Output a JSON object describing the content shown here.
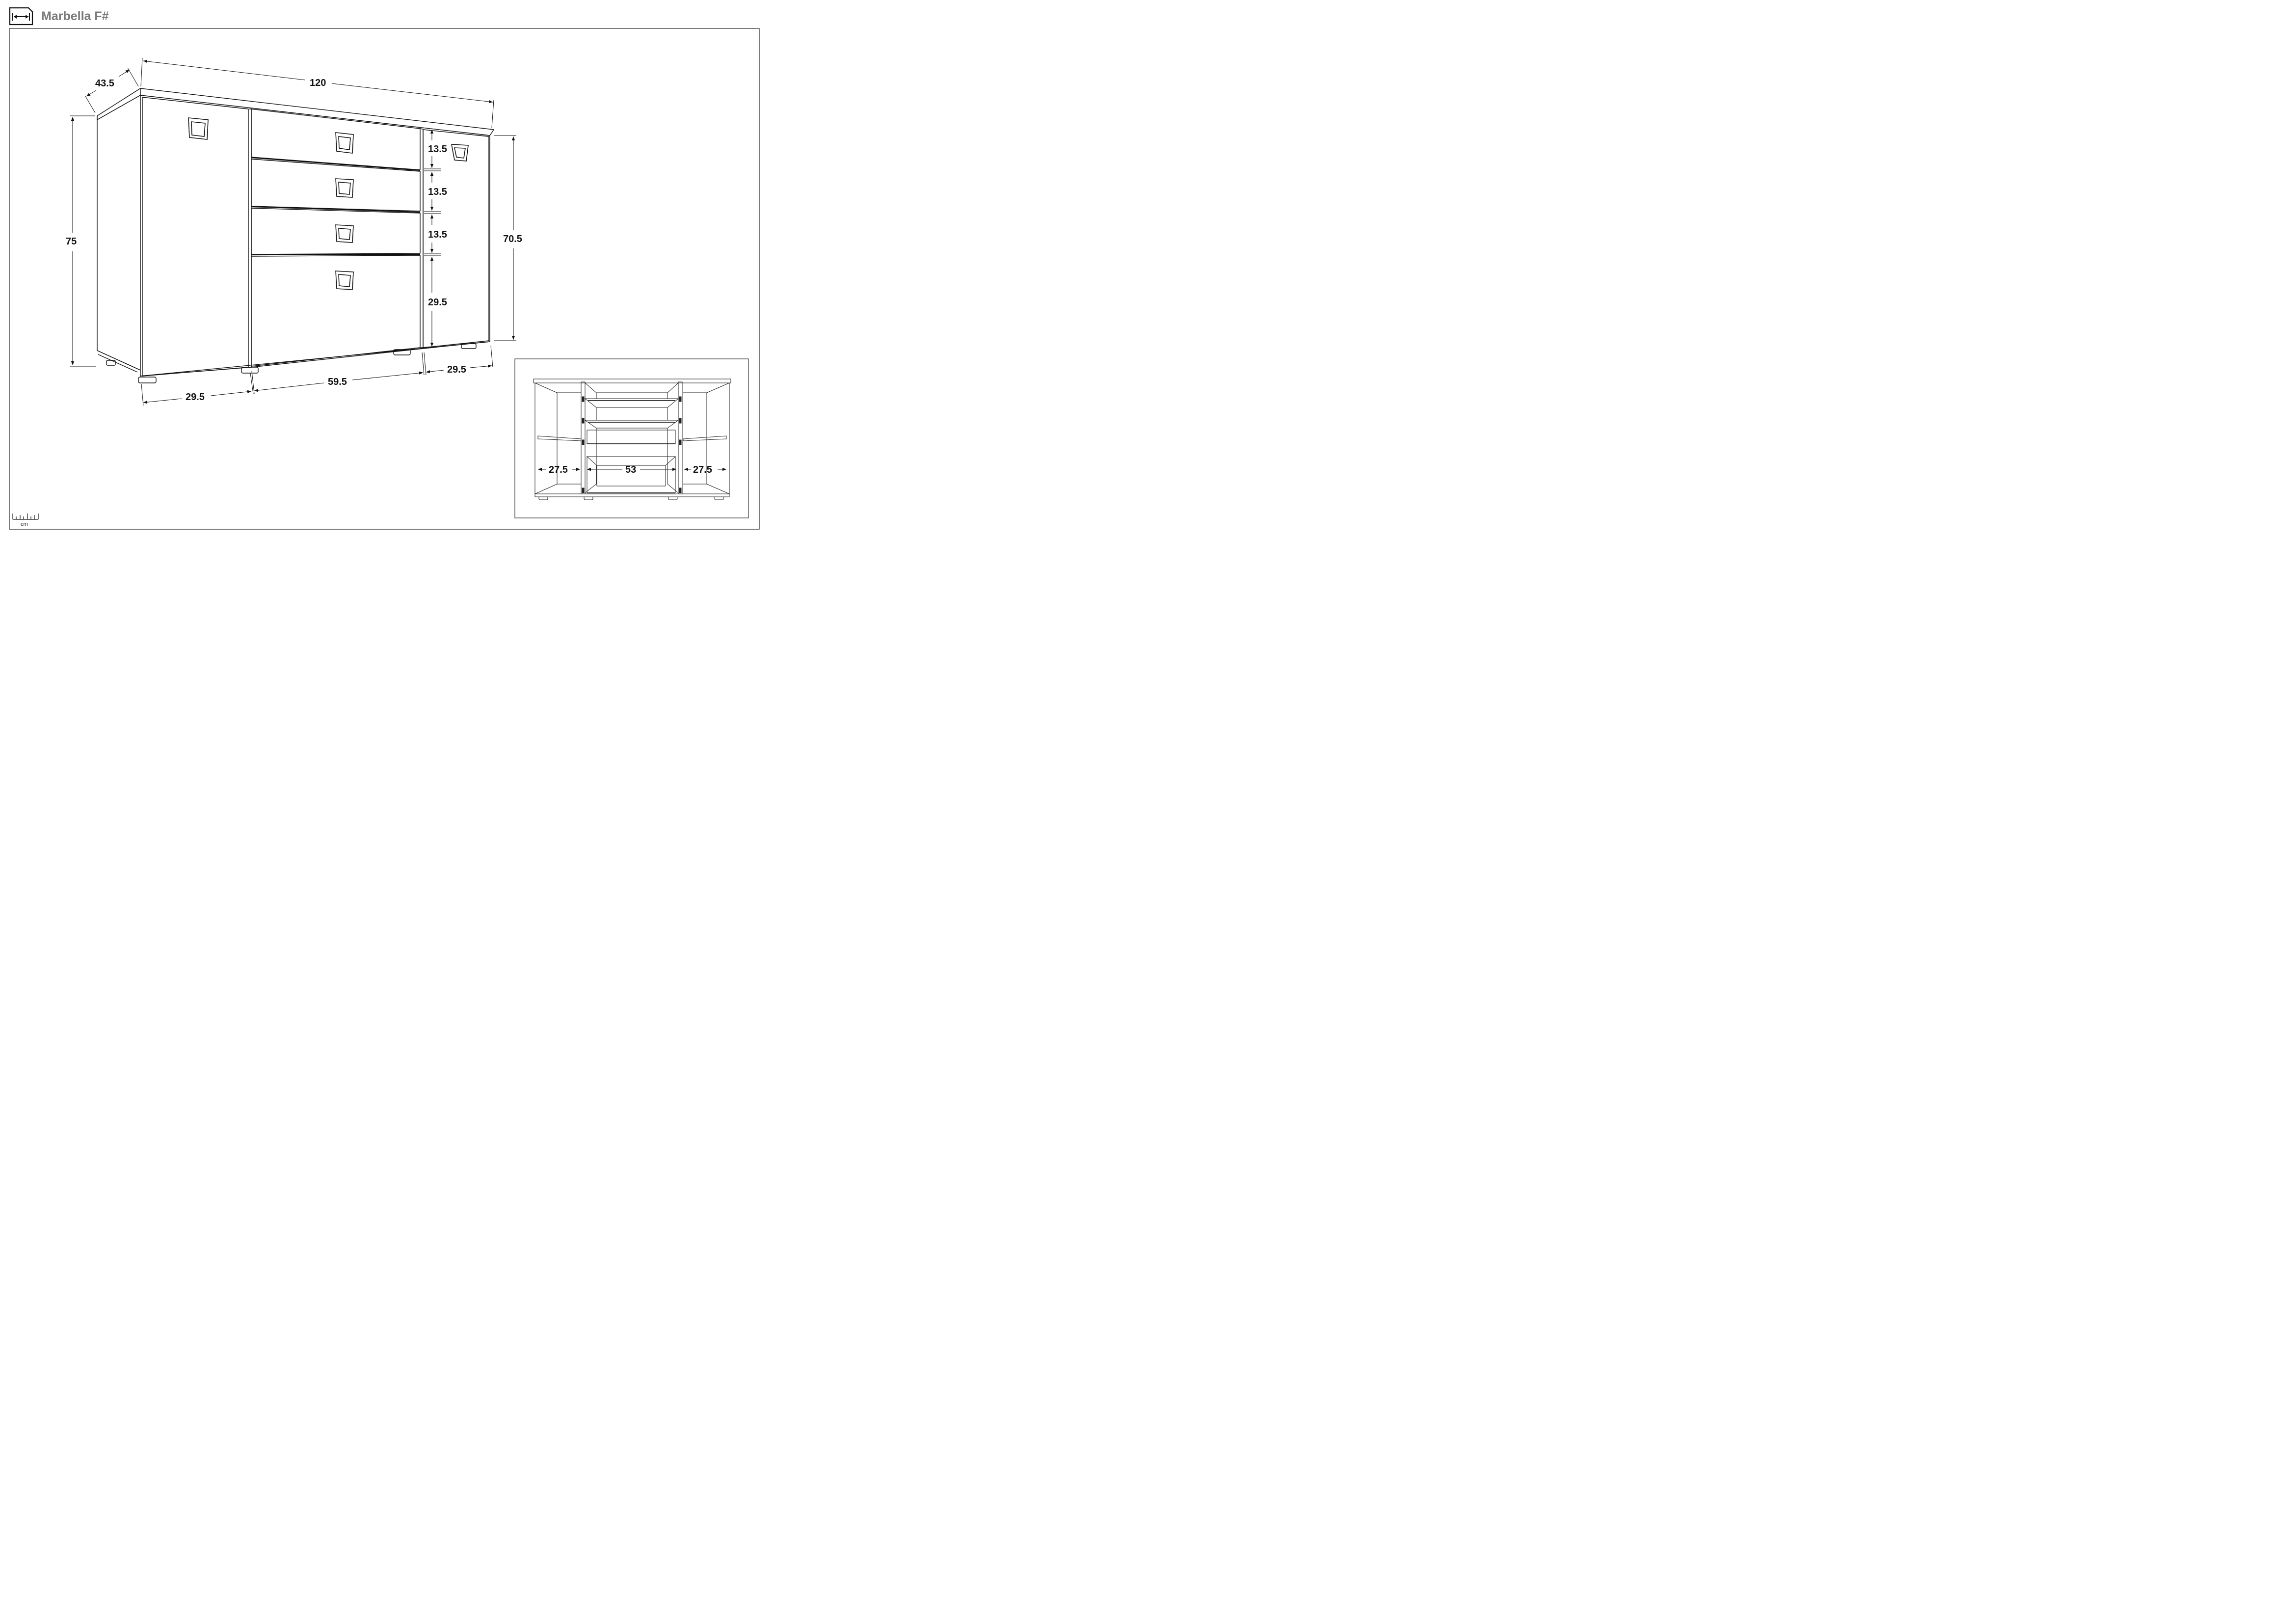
{
  "title": "Marbella F#",
  "icons": {
    "header": "dimensions-arrow-icon",
    "scale": "ruler-icon"
  },
  "scale_unit": "cm",
  "dimensions": {
    "depth": "43.5",
    "width": "120",
    "height": "75",
    "front_height": "70.5",
    "drawer1": "13.5",
    "drawer2": "13.5",
    "drawer3": "13.5",
    "drawer4": "29.5",
    "left_door_width": "29.5",
    "center_width": "59.5",
    "right_door_width": "29.5"
  },
  "inset": {
    "left_width": "27.5",
    "center_width": "53",
    "right_width": "27.5"
  }
}
